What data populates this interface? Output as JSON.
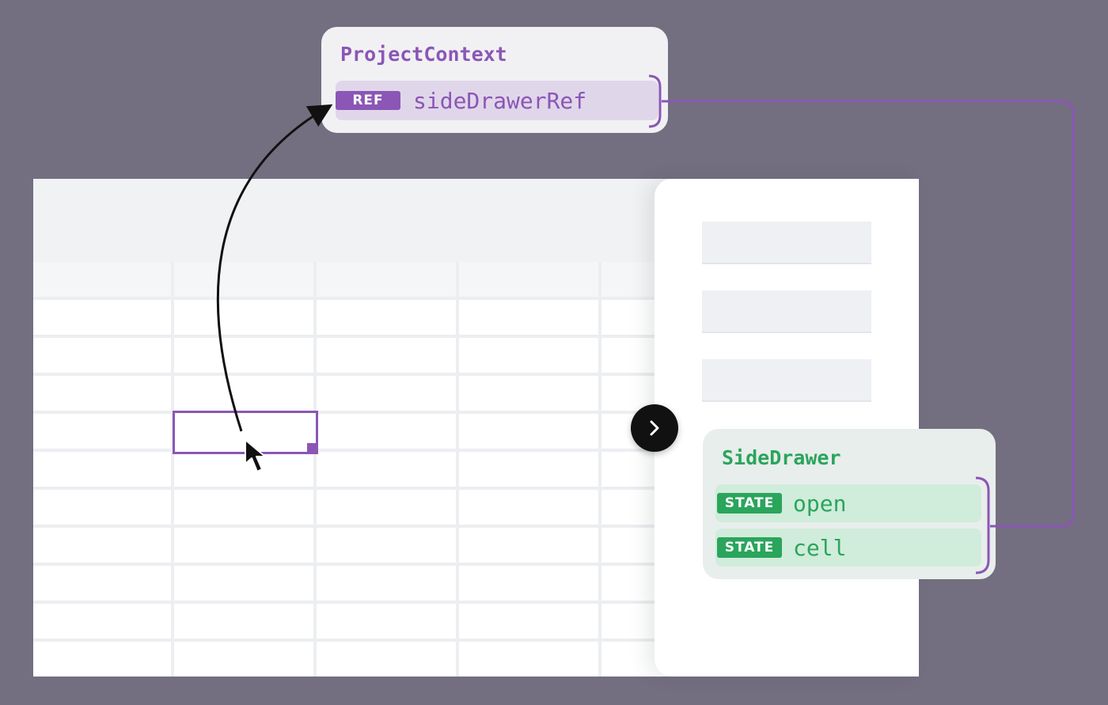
{
  "context": {
    "title": "ProjectContext",
    "items": [
      {
        "badge": "REF",
        "name": "sideDrawerRef"
      }
    ]
  },
  "side_drawer": {
    "title": "SideDrawer",
    "items": [
      {
        "badge": "STATE",
        "name": "open"
      },
      {
        "badge": "STATE",
        "name": "cell"
      }
    ]
  },
  "colors": {
    "background": "#736e80",
    "context_accent": "#8b56b5",
    "drawer_accent": "#2aa55c",
    "arrow": "#111111"
  },
  "icons": {
    "drawer_toggle": "chevron-right-icon",
    "pointer": "mouse-cursor-icon"
  }
}
